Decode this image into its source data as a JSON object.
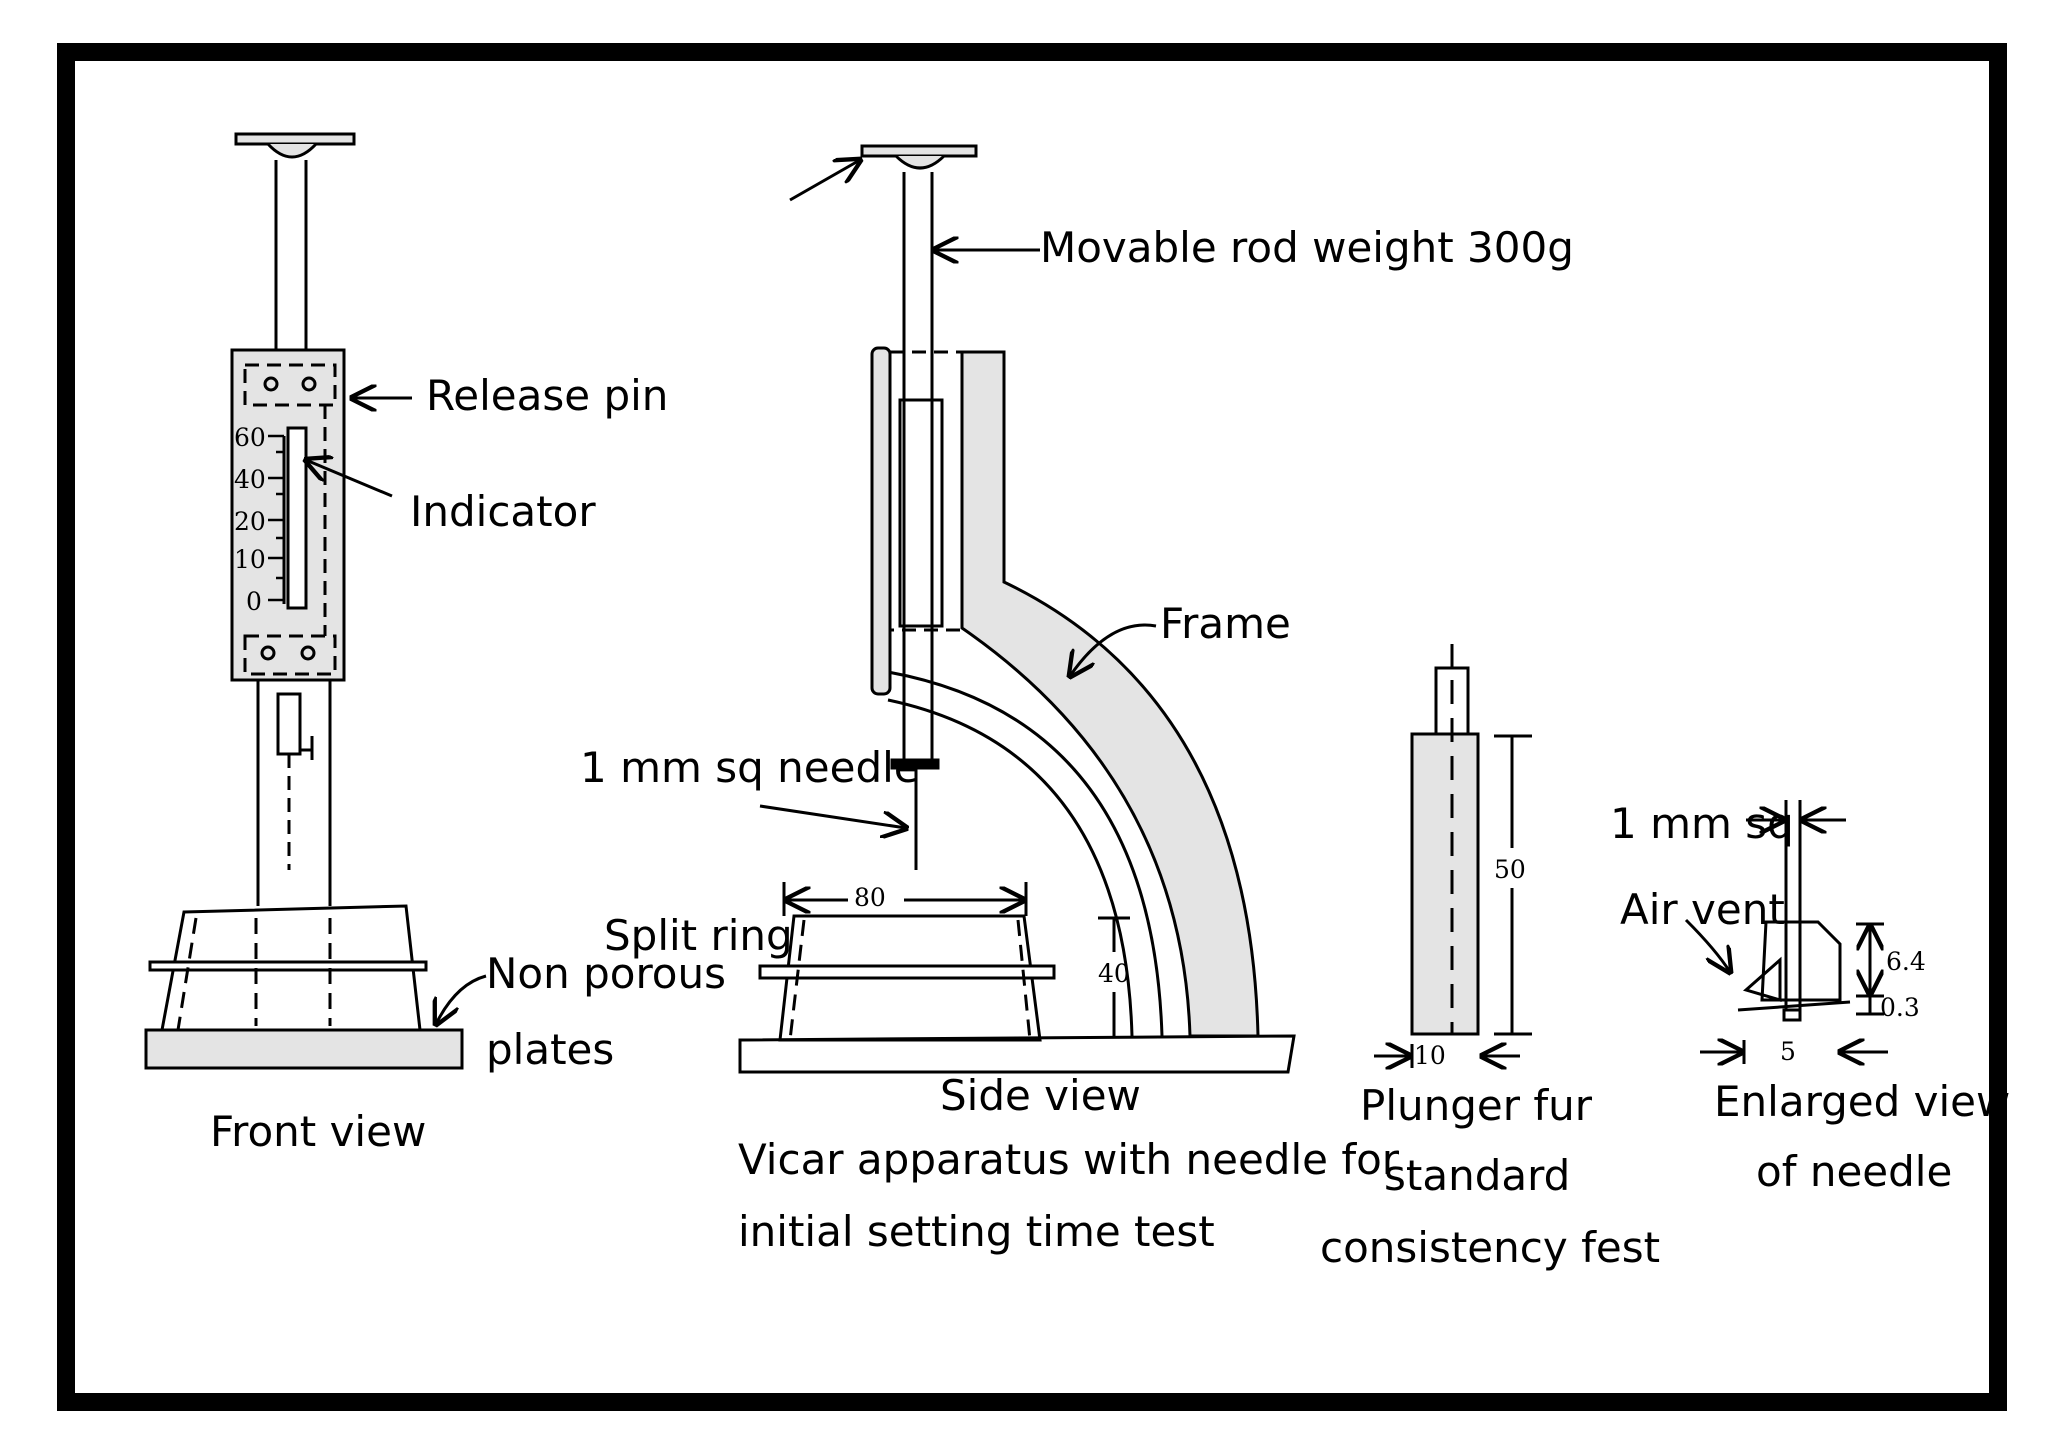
{
  "front_view": {
    "labels": {
      "release_pin": "Release pin",
      "indicator": "Indicator",
      "non_porous": "Non porous",
      "plates": "plates"
    },
    "scale_marks": [
      "60",
      "40",
      "20",
      "10",
      "0"
    ],
    "caption": "Front view"
  },
  "side_view": {
    "labels": {
      "movable_rod": "Movable rod weight 300g",
      "frame": "Frame",
      "needle": "1 mm sq needle",
      "split_ring": "Split ring"
    },
    "dimensions": {
      "ring_width": "80",
      "ring_height": "40"
    },
    "caption": "Side view",
    "title_line1": "Vicar apparatus with needle for",
    "title_line2": "initial setting time test"
  },
  "plunger": {
    "dimensions": {
      "length": "50",
      "diameter": "10"
    },
    "caption_line1": "Plunger fur",
    "caption_line2": "standard",
    "caption_line3": "consistency fest"
  },
  "needle_detail": {
    "labels": {
      "size": "1 mm sq",
      "air_vent": "Air vent"
    },
    "dimensions": {
      "height": "6.4",
      "gap": "0.3",
      "width": "5"
    },
    "caption_line1": "Enlarged view",
    "caption_line2": "of needle"
  },
  "colors": {
    "line": "#000000",
    "fill": "#e4e4e4",
    "background": "#ffffff"
  }
}
